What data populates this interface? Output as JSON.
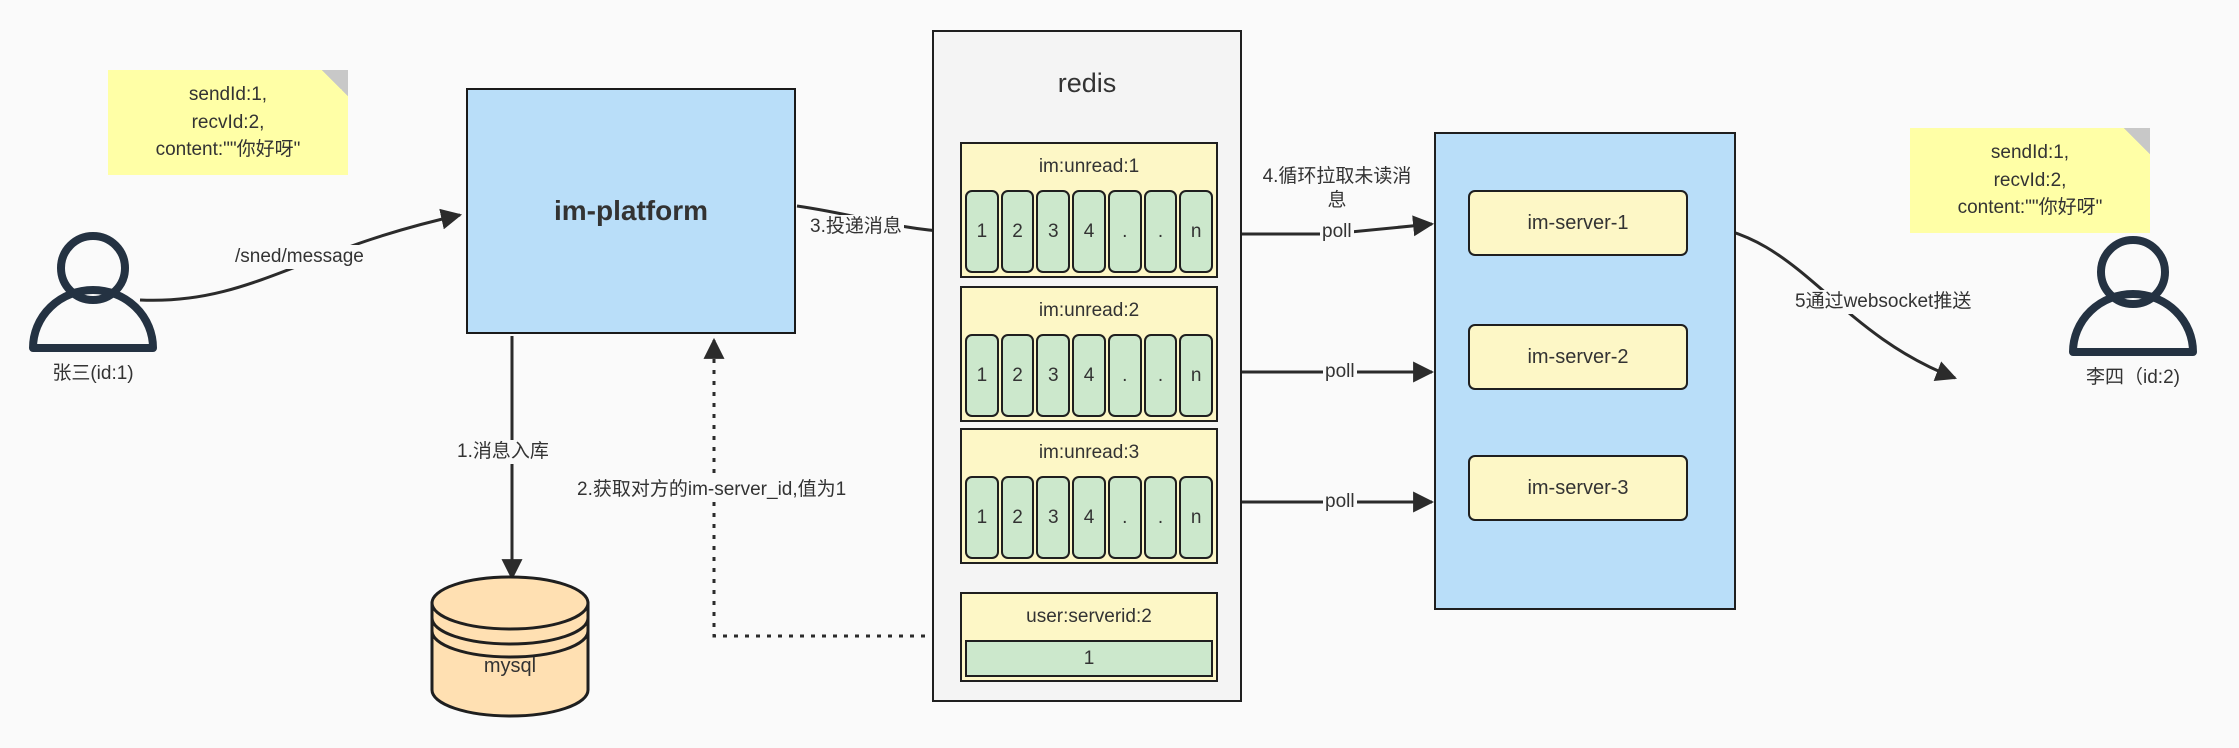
{
  "diagram": {
    "title": "IM message delivery architecture",
    "colors": {
      "background": "#fafafa",
      "blue_fill": "#b9def9",
      "yellow_fill": "#fdf7c6",
      "note_yellow": "#ffffa6",
      "green_fill": "#cce8cc",
      "orange_fill": "#ffe0b2",
      "stroke": "#1f1f1f",
      "text": "#333333"
    }
  },
  "notes": {
    "left": "sendId:1,\nrecvId:2,\ncontent:\"\"你好呀\"",
    "right": "sendId:1,\nrecvId:2,\ncontent:\"\"你好呀\""
  },
  "actors": {
    "sender": {
      "label": "张三(id:1)",
      "icon": "user-icon"
    },
    "receiver": {
      "label": "李四（id:2)",
      "icon": "user-icon"
    }
  },
  "platform": {
    "label": "im-platform"
  },
  "database": {
    "label": "mysql",
    "shape": "cylinder"
  },
  "redis": {
    "title": "redis",
    "keys": [
      {
        "name": "im:unread:1",
        "cells": [
          "1",
          "2",
          "3",
          "4",
          ".",
          ".",
          "n"
        ]
      },
      {
        "name": "im:unread:2",
        "cells": [
          "1",
          "2",
          "3",
          "4",
          ".",
          ".",
          "n"
        ]
      },
      {
        "name": "im:unread:3",
        "cells": [
          "1",
          "2",
          "3",
          "4",
          ".",
          ".",
          "n"
        ]
      }
    ],
    "serverid_key": {
      "name": "user:serverid:2",
      "value": "1"
    }
  },
  "servers": {
    "items": [
      {
        "label": "im-server-1"
      },
      {
        "label": "im-server-2"
      },
      {
        "label": "im-server-3"
      }
    ]
  },
  "edges": {
    "send_message": "/sned/message",
    "step1": "1.消息入库",
    "step2": "2.获取对方的im-server_id,值为1",
    "step3": "3.投递消息",
    "step4": "4.循环拉取未读消\n息",
    "poll_1": "poll",
    "poll_2": "poll",
    "poll_3": "poll",
    "step5": "5通过websocket推送"
  }
}
